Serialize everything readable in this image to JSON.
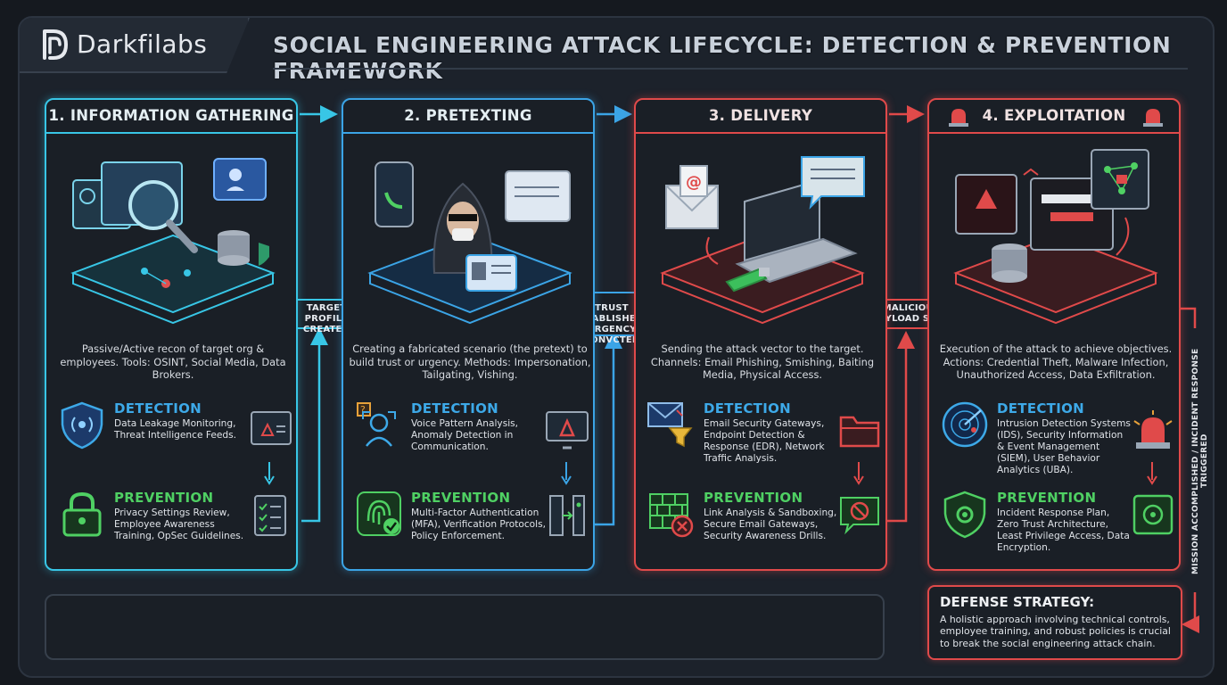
{
  "brand": {
    "name": "Darkfilabs"
  },
  "title": "SOCIAL ENGINEERING ATTACK LIFECYCLE:  DETECTION & PREVENTION FRAMEWORK",
  "colors": {
    "cyan": "#38c6e6",
    "blue": "#3ba4e6",
    "red": "#e04a4a",
    "detection": "#3da9e8",
    "prevention": "#4fd063"
  },
  "stages": [
    {
      "title": "1. INFORMATION GATHERING",
      "description": "Passive/Active recon of target org & employees. Tools: OSINT, Social Media, Data Brokers.",
      "detection": {
        "label": "DETECTION",
        "text": "Data Leakage Monitoring, Threat Intelligence Feeds."
      },
      "prevention": {
        "label": "PREVENTION",
        "text": "Privacy Settings Review, Employee Awareness Training, OpSec Guidelines."
      },
      "icons": [
        "browser-windows-icon",
        "magnifier-icon",
        "profile-card-icon",
        "database-icon",
        "shield-radar-icon",
        "warning-window-icon",
        "padlock-icon",
        "checklist-icon"
      ]
    },
    {
      "title": "2. PRETEXTING",
      "description": "Creating a fabricated scenario (the pretext) to build trust or urgency. Methods: Impersonation, Tailgating, Vishing.",
      "detection": {
        "label": "DETECTION",
        "text": "Voice Pattern Analysis, Anomaly Detection in Communication."
      },
      "prevention": {
        "label": "PREVENTION",
        "text": "Multi-Factor Authentication (MFA), Verification Protocols, Policy Enforcement."
      },
      "icons": [
        "phone-icon",
        "hooded-attacker-icon",
        "id-badge-icon",
        "email-window-icon",
        "face-scan-icon",
        "warning-monitor-icon",
        "fingerprint-icon",
        "door-access-icon"
      ]
    },
    {
      "title": "3. DELIVERY",
      "description": "Sending the attack vector to the target. Channels: Email Phishing, Smishing, Baiting Media, Physical Access.",
      "detection": {
        "label": "DETECTION",
        "text": "Email Security Gateways, Endpoint Detection & Response (EDR), Network Traffic Analysis."
      },
      "prevention": {
        "label": "PREVENTION",
        "text": "Link Analysis & Sandboxing, Secure Email Gateways, Security Awareness Drills."
      },
      "icons": [
        "envelope-icon",
        "laptop-icon",
        "usb-drive-icon",
        "chat-bubble-icon",
        "email-filter-icon",
        "folder-icon",
        "firewall-icon",
        "blocked-message-icon"
      ]
    },
    {
      "title": "4. EXPLOITATION",
      "description": "Execution of the attack to achieve objectives. Actions: Credential Theft, Malware Infection, Unauthorized Access, Data Exfiltration.",
      "detection": {
        "label": "DETECTION",
        "text": "Intrusion Detection Systems (IDS), Security Information & Event Management (SIEM), User Behavior Analytics (UBA)."
      },
      "prevention": {
        "label": "PREVENTION",
        "text": "Incident Response Plan, Zero Trust Architecture, Least Privilege Access, Data Encryption."
      },
      "icons": [
        "alarm-light-icon",
        "warning-screen-icon",
        "ransomware-screen-icon",
        "network-lock-icon",
        "database-icon",
        "radar-icon",
        "shield-gear-icon",
        "safe-icon"
      ]
    }
  ],
  "connectors": [
    {
      "label_line1": "TARGET PROFILE",
      "label_line2": "CREATED"
    },
    {
      "label_line1": "TRUST ESTABLISHED /",
      "label_line2": "URGENCY CONVCTED"
    },
    {
      "label_line1": "MALICIOUS",
      "label_line2": "PAYLOAD SENT"
    }
  ],
  "side_label": "MISSION ACCOMPLISHED / INCIDENT RESPONSE TRIGGERED",
  "defense": {
    "title": "DEFENSE STRATEGY:",
    "text": "A holistic approach involving technical controls, employee training, and robust policies is crucial to break the social engineering attack chain."
  }
}
